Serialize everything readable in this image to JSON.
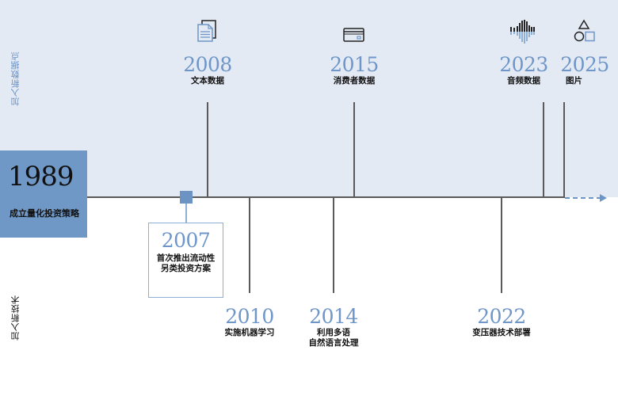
{
  "side_labels": {
    "top": "加入新数据点",
    "bottom": "加入新技术"
  },
  "origin": {
    "year": "1989",
    "description": "成立量化投资策略"
  },
  "data_points": [
    {
      "year": "2008",
      "description": "文本数据",
      "icon": "document-icon"
    },
    {
      "year": "2015",
      "description": "消费者数据",
      "icon": "credit-card-icon"
    },
    {
      "year": "2023",
      "description": "音频数据",
      "icon": "sound-wave-icon"
    },
    {
      "year": "2025",
      "description": "图片",
      "icon": "shapes-icon"
    }
  ],
  "technologies": [
    {
      "year": "2007",
      "description_line1": "首次推出流动性",
      "description_line2": "另类投资方案"
    },
    {
      "year": "2010",
      "description": "实施机器学习"
    },
    {
      "year": "2014",
      "description_line1": "利用多语",
      "description_line2": "自然语言处理"
    },
    {
      "year": "2022",
      "description": "变压器技术部署"
    }
  ],
  "colors": {
    "band": "#e4eaf4",
    "accent": "#6e96c8",
    "origin_box": "#7098c6",
    "axis": "#5a5a5a"
  }
}
